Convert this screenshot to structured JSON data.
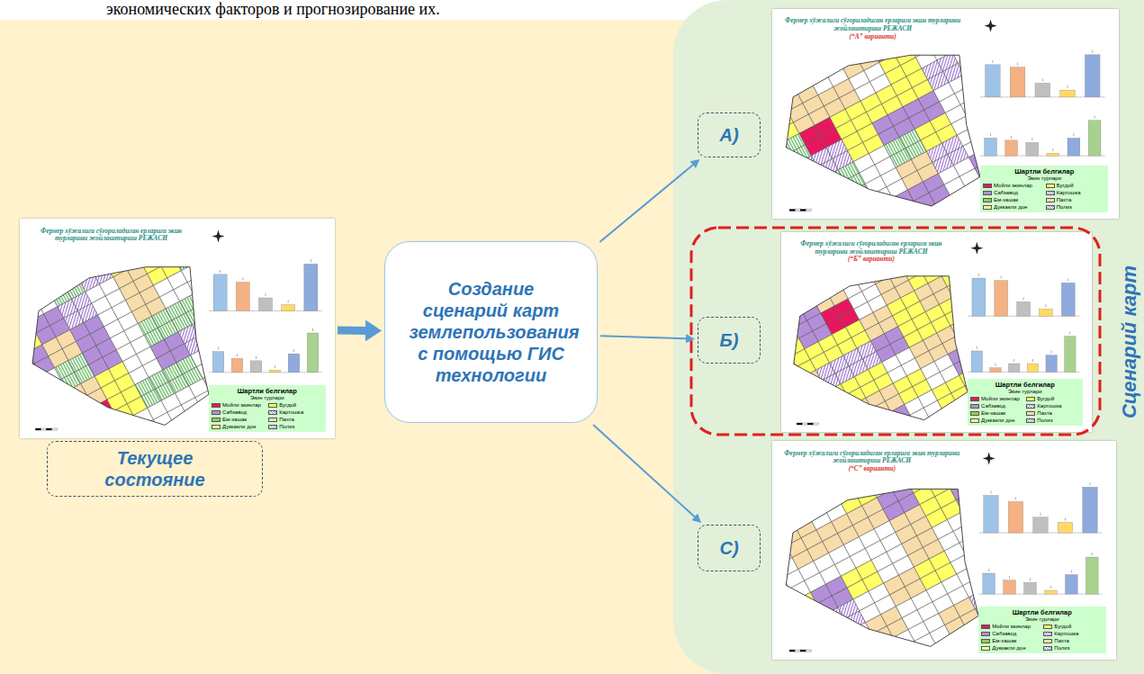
{
  "diagram": {
    "nodes": [
      {
        "text": [
          "Фермер хўжалиги сўғориладиган ерларига экин турларини жойлаштириш РЕЖАСИ"
        ]
      },
      {
        "text": [
          "Текущее состояние"
        ]
      },
      {
        "text": [
          "Создание сценарий карт землепользования с помощью ГИС технологии"
        ]
      },
      {
        "text": [
          "Сценарий карт"
        ]
      },
      {
        "text": [
          "А)"
        ],
        "in": 3
      },
      {
        "text": [
          "Фермер хўжалиги сўғориладиган ерларига экин турларини жойлаштириш РЕЖАСИ",
          "(“А” варианти)"
        ],
        "in": 3
      },
      {
        "text": [
          "Б)"
        ],
        "in": 3
      },
      {
        "text": [
          "Фермер хўжалиги сўғориладиган ерларига экин турларини жойлаштириш РЕЖАСИ",
          "(“Б” варианти)"
        ],
        "in": 3
      },
      {
        "text": [
          "С)"
        ],
        "in": 3
      },
      {
        "text": [
          "Фермер хўжалиги сўғориладиган ерларига экин турларини жойлаштириш РЕЖАСИ",
          "(“С” варианти)"
        ],
        "in": 3
      }
    ],
    "edges": [
      {
        "from": 0,
        "to": 2,
        "arrow": "to"
      },
      {
        "from": 2,
        "to": 4,
        "arrow": "to"
      },
      {
        "from": 2,
        "to": 6,
        "arrow": "to"
      },
      {
        "from": 2,
        "to": 8,
        "arrow": "to"
      }
    ],
    "labels": [
      "экономических факторов и прогнозирование их.",
      "Шартли белгилар",
      "Экин турлари",
      "Шартли белгилар",
      "Экин турлари",
      "Шартли белгилар",
      "Экин турлари",
      "Шартли белгилар",
      "Экин турлари"
    ],
    "legend": [
      {
        "text": "Мойли экинлар",
        "color": "#e8175d"
      },
      {
        "text": "Бугдой",
        "color": "#ffff66"
      },
      {
        "text": "Сабзавод",
        "color": "#b48fd9"
      },
      {
        "text": "Картошка"
      },
      {
        "text": "Ем-хашак",
        "color": "#92d050"
      },
      {
        "text": "Пахта",
        "color": "#f8dcaa"
      },
      {
        "text": "Дуккакли дон",
        "color": "#ffff99"
      },
      {
        "text": "Полиз"
      },
      {
        "text": "Мойли экинлар",
        "color": "#e8175d"
      },
      {
        "text": "Бугдой",
        "color": "#ffff66"
      },
      {
        "text": "Сабзавод",
        "color": "#b48fd9"
      },
      {
        "text": "Картошка"
      },
      {
        "text": "Ем-хашак",
        "color": "#92d050"
      },
      {
        "text": "Пахта",
        "color": "#f8dcaa"
      },
      {
        "text": "Дуккакли дон",
        "color": "#ffff99"
      },
      {
        "text": "Полиз"
      },
      {
        "text": "Мойли экинлар",
        "color": "#e8175d"
      },
      {
        "text": "Бугдой",
        "color": "#ffff66"
      },
      {
        "text": "Сабзавод",
        "color": "#b48fd9"
      },
      {
        "text": "Картошка"
      },
      {
        "text": "Ем-хашак",
        "color": "#92d050"
      },
      {
        "text": "Пахта",
        "color": "#f8dcaa"
      },
      {
        "text": "Дуккакли дон",
        "color": "#ffff99"
      },
      {
        "text": "Полиз"
      },
      {
        "text": "Мойли экинлар",
        "color": "#e8175d"
      },
      {
        "text": "Бугдой",
        "color": "#ffff66"
      },
      {
        "text": "Сабзавод",
        "color": "#b48fd9"
      },
      {
        "text": "Картошка"
      },
      {
        "text": "Ем-хашак",
        "color": "#92d050"
      },
      {
        "text": "Пахта",
        "color": "#f8dcaa"
      },
      {
        "text": "Дуккакли дон",
        "color": "#ffff99"
      },
      {
        "text": "Полиз"
      }
    ]
  }
}
